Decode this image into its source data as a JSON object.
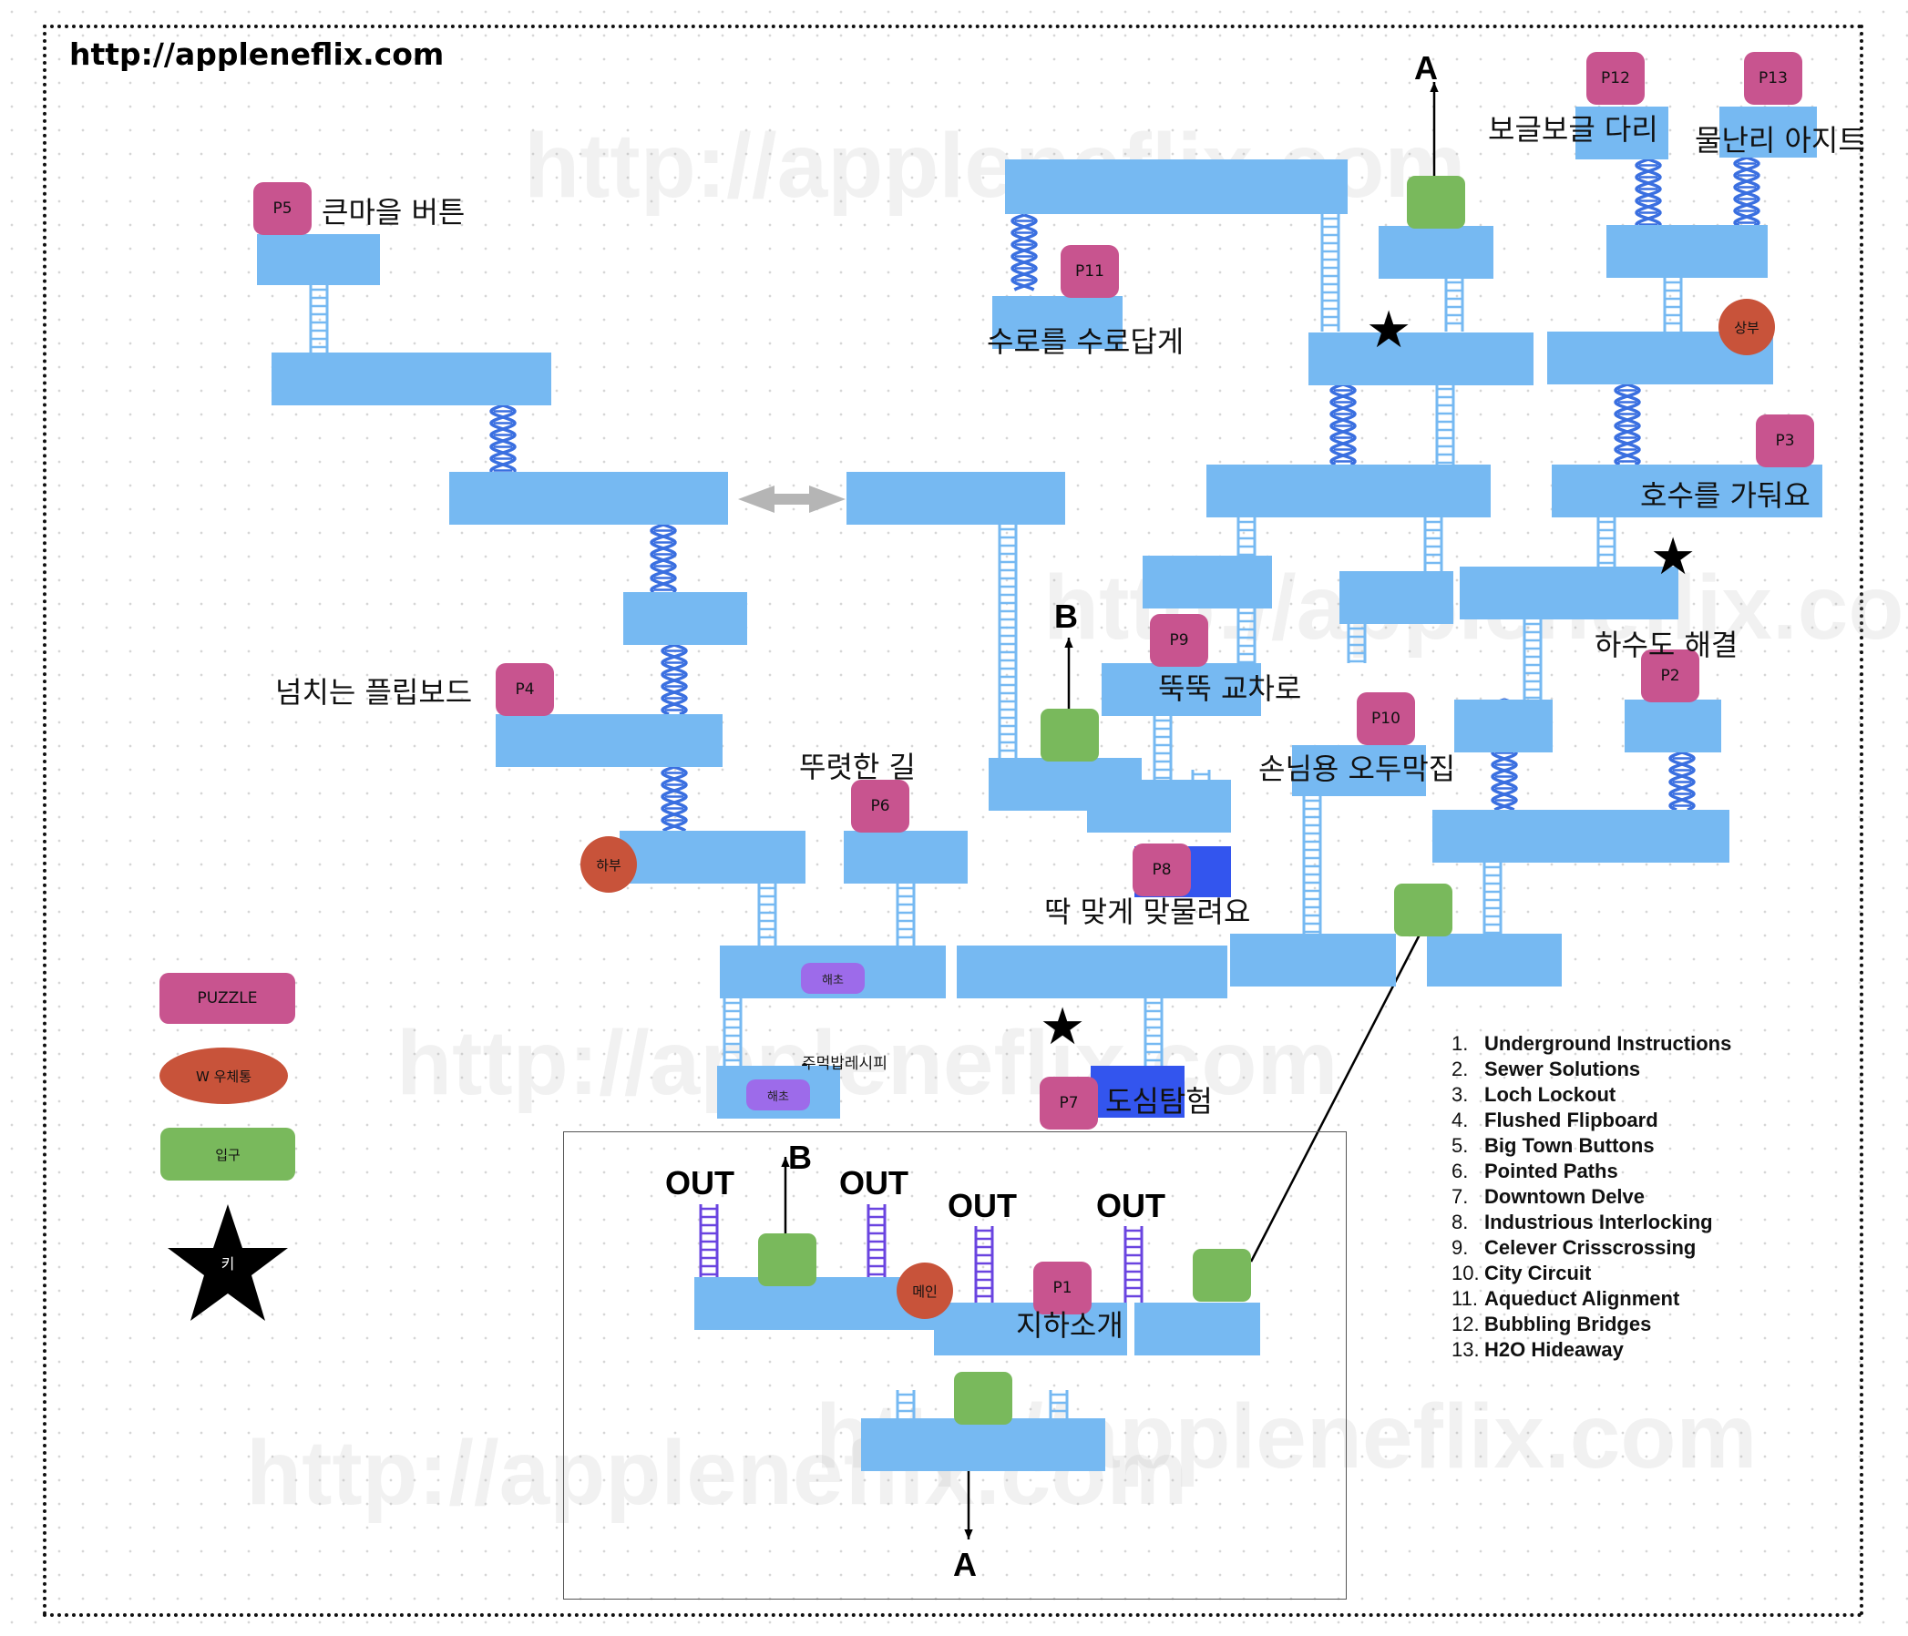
{
  "site_url": "http://appleneflix.com",
  "watermark_text": "http://appleneflix.com",
  "colors": {
    "platform": "#76b9f2",
    "platform_dark": "#3355ee",
    "puzzle": "#c8548f",
    "entrance": "#79b95c",
    "orb": "#c8533a",
    "pill": "#9d6bea",
    "dna_helix": "#3a6fe0",
    "ladder_light": "#76b9f2",
    "ladder_purple": "#6a44e0",
    "teleport_arrow": "#b5b5b5"
  },
  "puzzles": {
    "p1": "P1",
    "p2": "P2",
    "p3": "P3",
    "p4": "P4",
    "p5": "P5",
    "p6": "P6",
    "p7": "P7",
    "p8": "P8",
    "p9": "P9",
    "p10": "P10",
    "p11": "P11",
    "p12": "P12",
    "p13": "P13"
  },
  "area_labels": {
    "p1": "지하소개",
    "p2": "하수도 해결",
    "p3": "호수를 가둬요",
    "p4": "넘치는 플립보드",
    "p5": "큰마을 버튼",
    "p6": "뚜렷한 길",
    "p7": "도심탐험",
    "p8": "딱 맞게 맞물려요",
    "p9": "뚝뚝 교차로",
    "p10": "손님용 오두막집",
    "p11": "수로를 수로답게",
    "p12": "보글보글 다리",
    "p13": "물난리 아지트"
  },
  "orbs": {
    "upper": "상부",
    "lower": "하부",
    "main": "메인"
  },
  "pills": {
    "first": "해초",
    "second": "해초"
  },
  "recipe_note": "주먹밥레시피",
  "links": {
    "a": "A",
    "b": "B"
  },
  "out_label": "OUT",
  "legend": {
    "puzzle": "PUZZLE",
    "mailbox": "W 우체통",
    "entrance": "입구",
    "key": "키"
  },
  "level_list": [
    {
      "num": "1.",
      "name": "Underground Instructions"
    },
    {
      "num": "2.",
      "name": "Sewer Solutions"
    },
    {
      "num": "3.",
      "name": "Loch Lockout"
    },
    {
      "num": "4.",
      "name": "Flushed Flipboard"
    },
    {
      "num": "5.",
      "name": "Big Town Buttons"
    },
    {
      "num": "6.",
      "name": "Pointed Paths"
    },
    {
      "num": "7.",
      "name": "Downtown Delve"
    },
    {
      "num": "8.",
      "name": "Industrious Interlocking"
    },
    {
      "num": "9.",
      "name": "Celever Crisscrossing"
    },
    {
      "num": "10.",
      "name": "City Circuit"
    },
    {
      "num": "11.",
      "name": "Aqueduct Alignment"
    },
    {
      "num": "12.",
      "name": "Bubbling Bridges"
    },
    {
      "num": "13.",
      "name": "H2O Hideaway"
    }
  ]
}
